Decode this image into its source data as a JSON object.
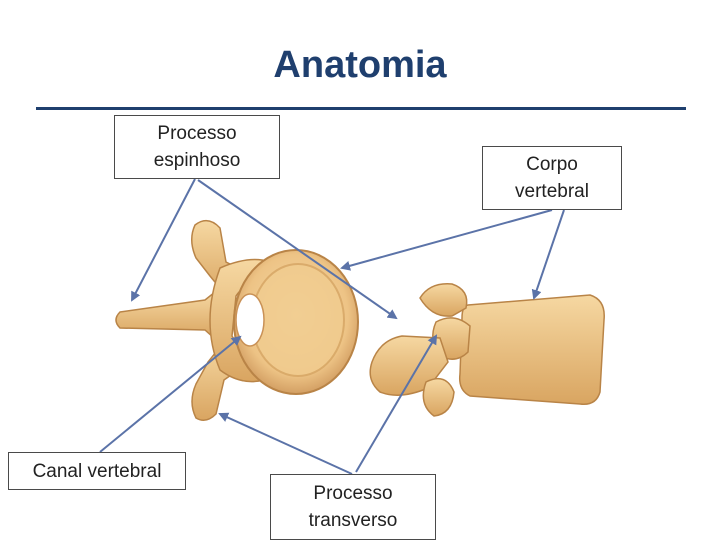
{
  "title": "Anatomia",
  "labels": {
    "spinous_process": [
      "Processo",
      "espinhoso"
    ],
    "vertebral_body": [
      "Corpo",
      "vertebral"
    ],
    "vertebral_canal": "Canal vertebral",
    "transverse_process": [
      "Processo",
      "transverso"
    ]
  },
  "colors": {
    "title": "#1f3f6e",
    "arrow": "#5b73a8",
    "bone_light": "#f2cf96",
    "bone_mid": "#e8ba77",
    "bone_dark": "#b98447"
  }
}
